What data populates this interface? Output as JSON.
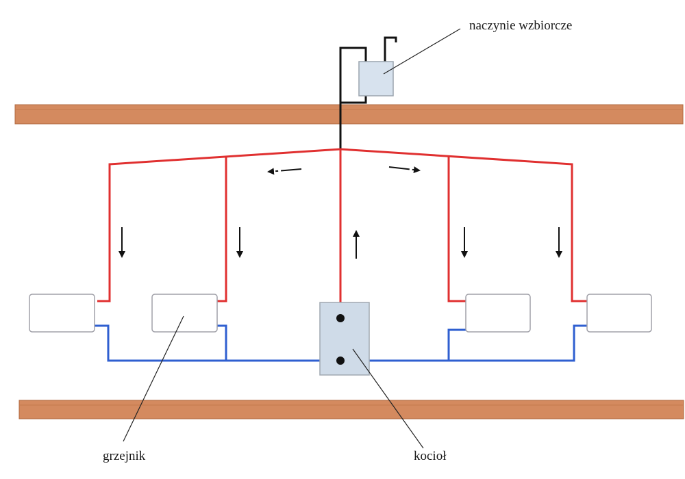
{
  "labels": {
    "expansion_vessel": "naczynie wzbiorcze",
    "radiator": "grzejnik",
    "boiler": "kocioł"
  },
  "colors": {
    "supply_pipe": "#e03030",
    "return_pipe": "#2f5fd0",
    "vent_pipe": "#111111",
    "floor_beam": "#d48a5f",
    "boiler_fill": "#cfdbe8",
    "radiator_fill": "#ffffff"
  }
}
